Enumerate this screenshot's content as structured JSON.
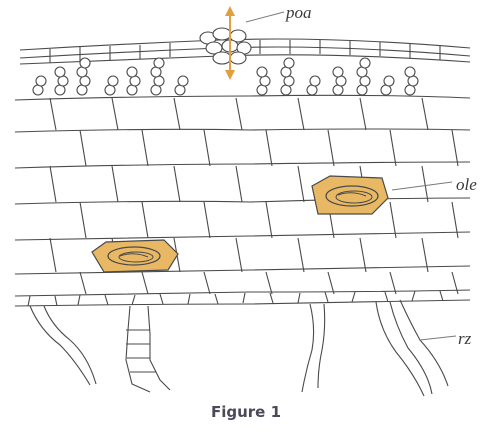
{
  "figure": {
    "caption": "Figure 1",
    "labels": {
      "poa": "poa",
      "ole": "ole",
      "rz": "rz"
    },
    "colors": {
      "highlight": "#e8b865",
      "arrow": "#e0a040",
      "ink": "#4a4a4a"
    }
  }
}
